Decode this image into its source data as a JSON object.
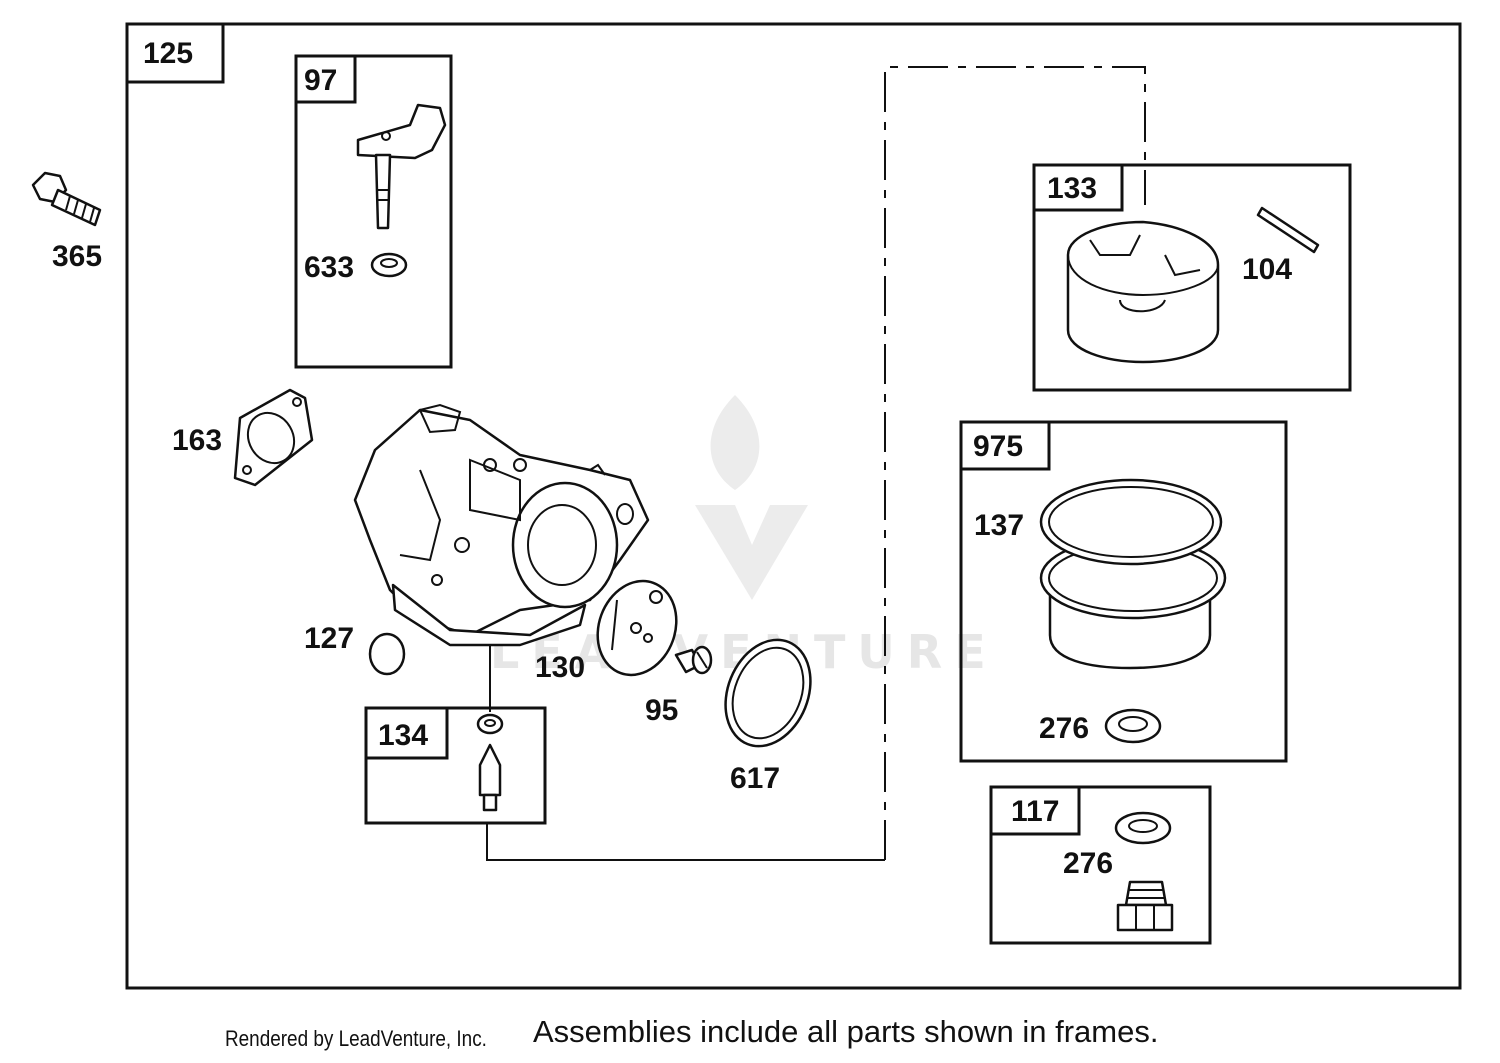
{
  "frames": {
    "f125": "125",
    "f97": "97",
    "f133": "133",
    "f975": "975",
    "f134": "134",
    "f117": "117"
  },
  "parts": {
    "p365": "365",
    "p633": "633",
    "p163": "163",
    "p104": "104",
    "p137": "137",
    "p276a": "276",
    "p127": "127",
    "p130": "130",
    "p95": "95",
    "p617": "617",
    "p276b": "276"
  },
  "watermark": "LEADVENTURE",
  "footer": {
    "rendered_by": "Rendered by LeadVenture, Inc.",
    "note": "Assemblies include all parts shown in frames."
  }
}
